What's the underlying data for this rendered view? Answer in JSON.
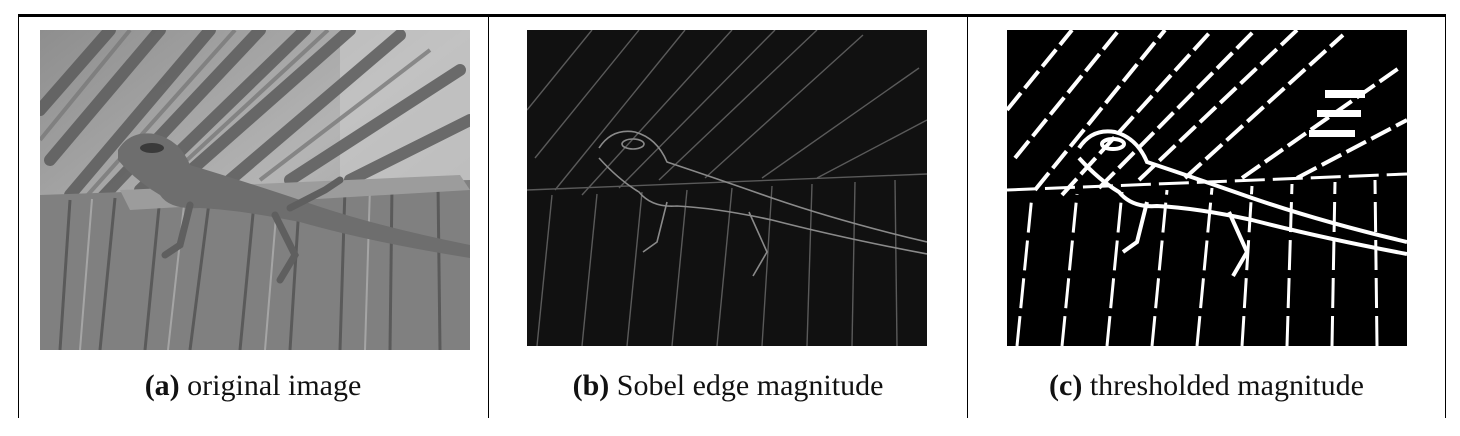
{
  "figure": {
    "panels": [
      {
        "id": "a",
        "label": "(a)",
        "caption": "original image"
      },
      {
        "id": "b",
        "label": "(b)",
        "caption": "Sobel edge magnitude"
      },
      {
        "id": "c",
        "label": "(c)",
        "caption": "thresholded magnitude"
      }
    ]
  }
}
